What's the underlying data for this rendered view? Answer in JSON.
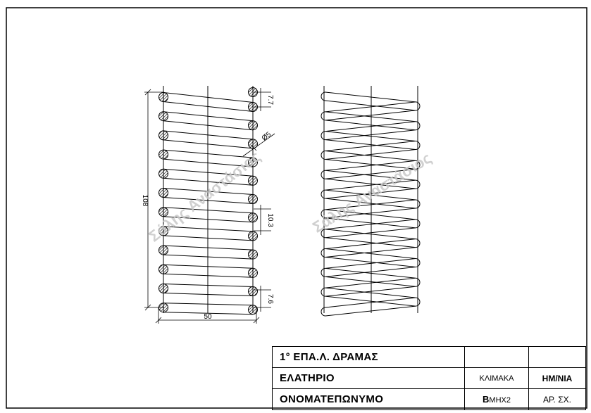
{
  "drawing": {
    "dim_total_height": "108",
    "dim_width": "50",
    "dim_top_pitch": "7.7",
    "dim_wire_diameter": "Ø5",
    "dim_mid_pitch": "10.3",
    "dim_bottom_pitch": "7.6",
    "watermark_left": "Σάλης Αναστάσιος",
    "watermark_right": "Σάλης Αναστάσιος"
  },
  "title_block": {
    "school": "1° ΕΠΑ.Λ. ΔΡΑΜΑΣ",
    "part_name": "ΕΛΑΤΗΡΙΟ",
    "student_label": "ΟΝΟΜΑΤΕΠΩΝΥΜΟ",
    "scale_label": "ΚΛΙΜΑΚΑ",
    "date_label": "ΗΜ/ΝΙΑ",
    "class_code_letter": "Β",
    "class_code_rest": "ΜΗΧ2",
    "sheet_no_label": "ΑΡ. ΣΧ."
  },
  "colors": {
    "line": "#000000",
    "watermark": "#c8c8c8",
    "background": "#ffffff"
  }
}
